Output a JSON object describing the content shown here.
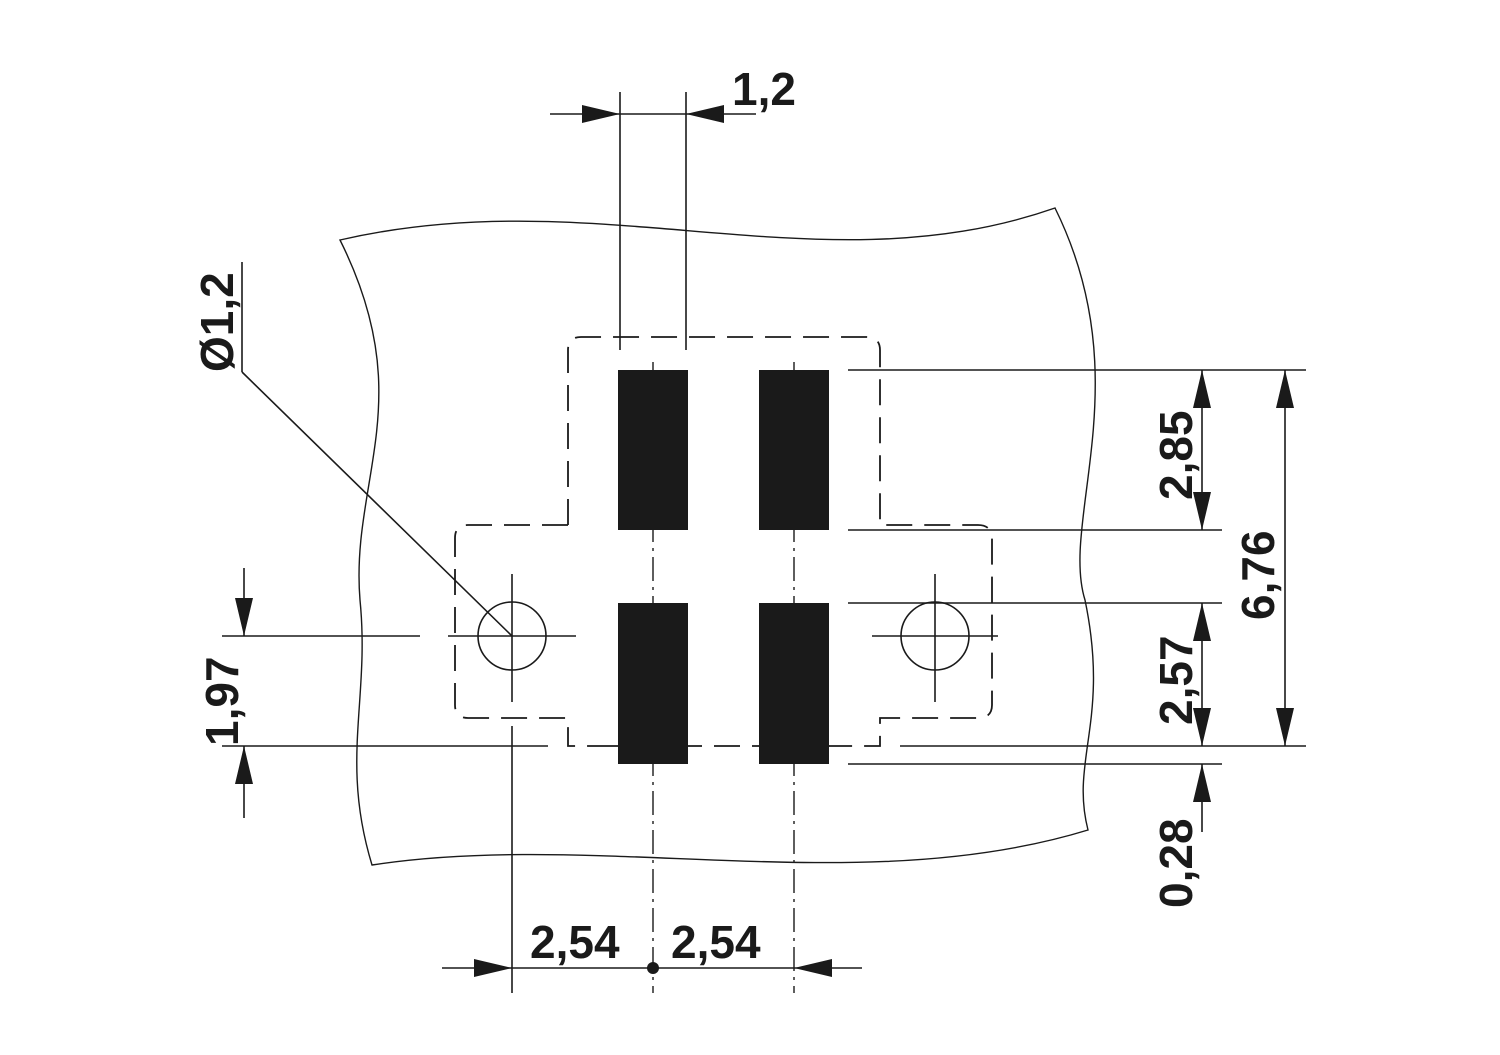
{
  "drawing": {
    "dimensions": {
      "pad_width": "1,2",
      "hole_diameter": "Ø1,2",
      "row_pitch_upper": "2,85",
      "overall_height": "6,76",
      "row_pitch_lower": "2,57",
      "edge_offset": "0,28",
      "hole_offset": "1,97",
      "pitch_left": "2,54",
      "pitch_right": "2,54"
    },
    "colors": {
      "line": "#1a1a1a",
      "background": "#ffffff"
    }
  }
}
